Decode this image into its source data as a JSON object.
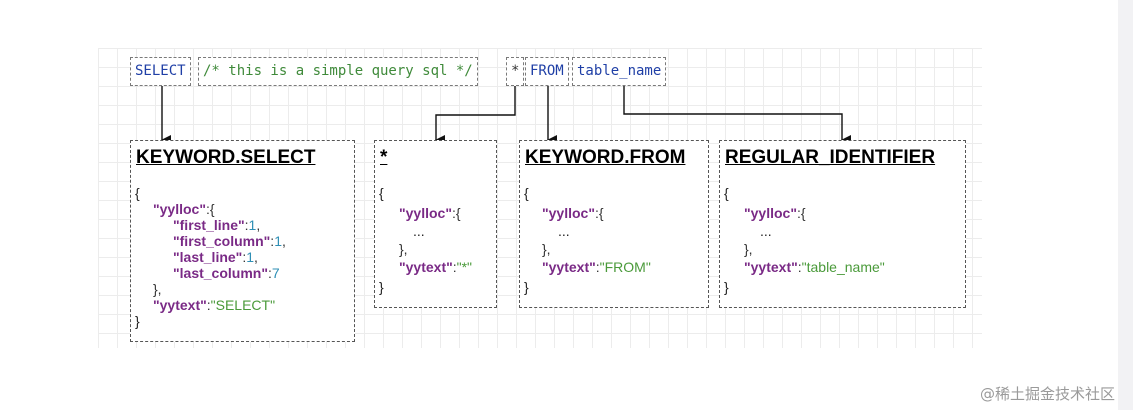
{
  "tokens": {
    "select": "SELECT",
    "comment": "/* this is a simple query sql */",
    "star": "*",
    "from": "FROM",
    "table": "table_name"
  },
  "nodes": {
    "select": {
      "title": "KEYWORD.SELECT",
      "open": "{",
      "key_yylloc": "\"yylloc\"",
      "fields": [
        {
          "key": "\"first_line\"",
          "value": "1"
        },
        {
          "key": "\"first_column\"",
          "value": "1"
        },
        {
          "key": "\"last_line\"",
          "value": "1"
        },
        {
          "key": "\"last_column\"",
          "value": "7"
        }
      ],
      "yytext_key": "\"yytext\"",
      "yytext_value": "\"SELECT\"",
      "close": "}"
    },
    "star": {
      "title": "*",
      "open": "{",
      "key_yylloc": "\"yylloc\"",
      "ellipsis": "...",
      "yytext_key": "\"yytext\"",
      "yytext_value": "\"*\"",
      "close": "}"
    },
    "from": {
      "title": "KEYWORD.FROM",
      "open": "{",
      "key_yylloc": "\"yylloc\"",
      "ellipsis": "...",
      "yytext_key": "\"yytext\"",
      "yytext_value": "\"FROM\"",
      "close": "}"
    },
    "identifier": {
      "title": "REGULAR_IDENTIFIER",
      "open": "{",
      "key_yylloc": "\"yylloc\"",
      "ellipsis": "...",
      "yytext_key": "\"yytext\"",
      "yytext_value": "\"table_name\"",
      "close": "}"
    }
  },
  "watermark": "@稀土掘金技术社区",
  "colors": {
    "keyword": "#1f3fa6",
    "comment": "#3f8a3a",
    "json_key": "#7a2a86",
    "json_number": "#2f8fb5",
    "json_string": "#4a9a3a"
  }
}
